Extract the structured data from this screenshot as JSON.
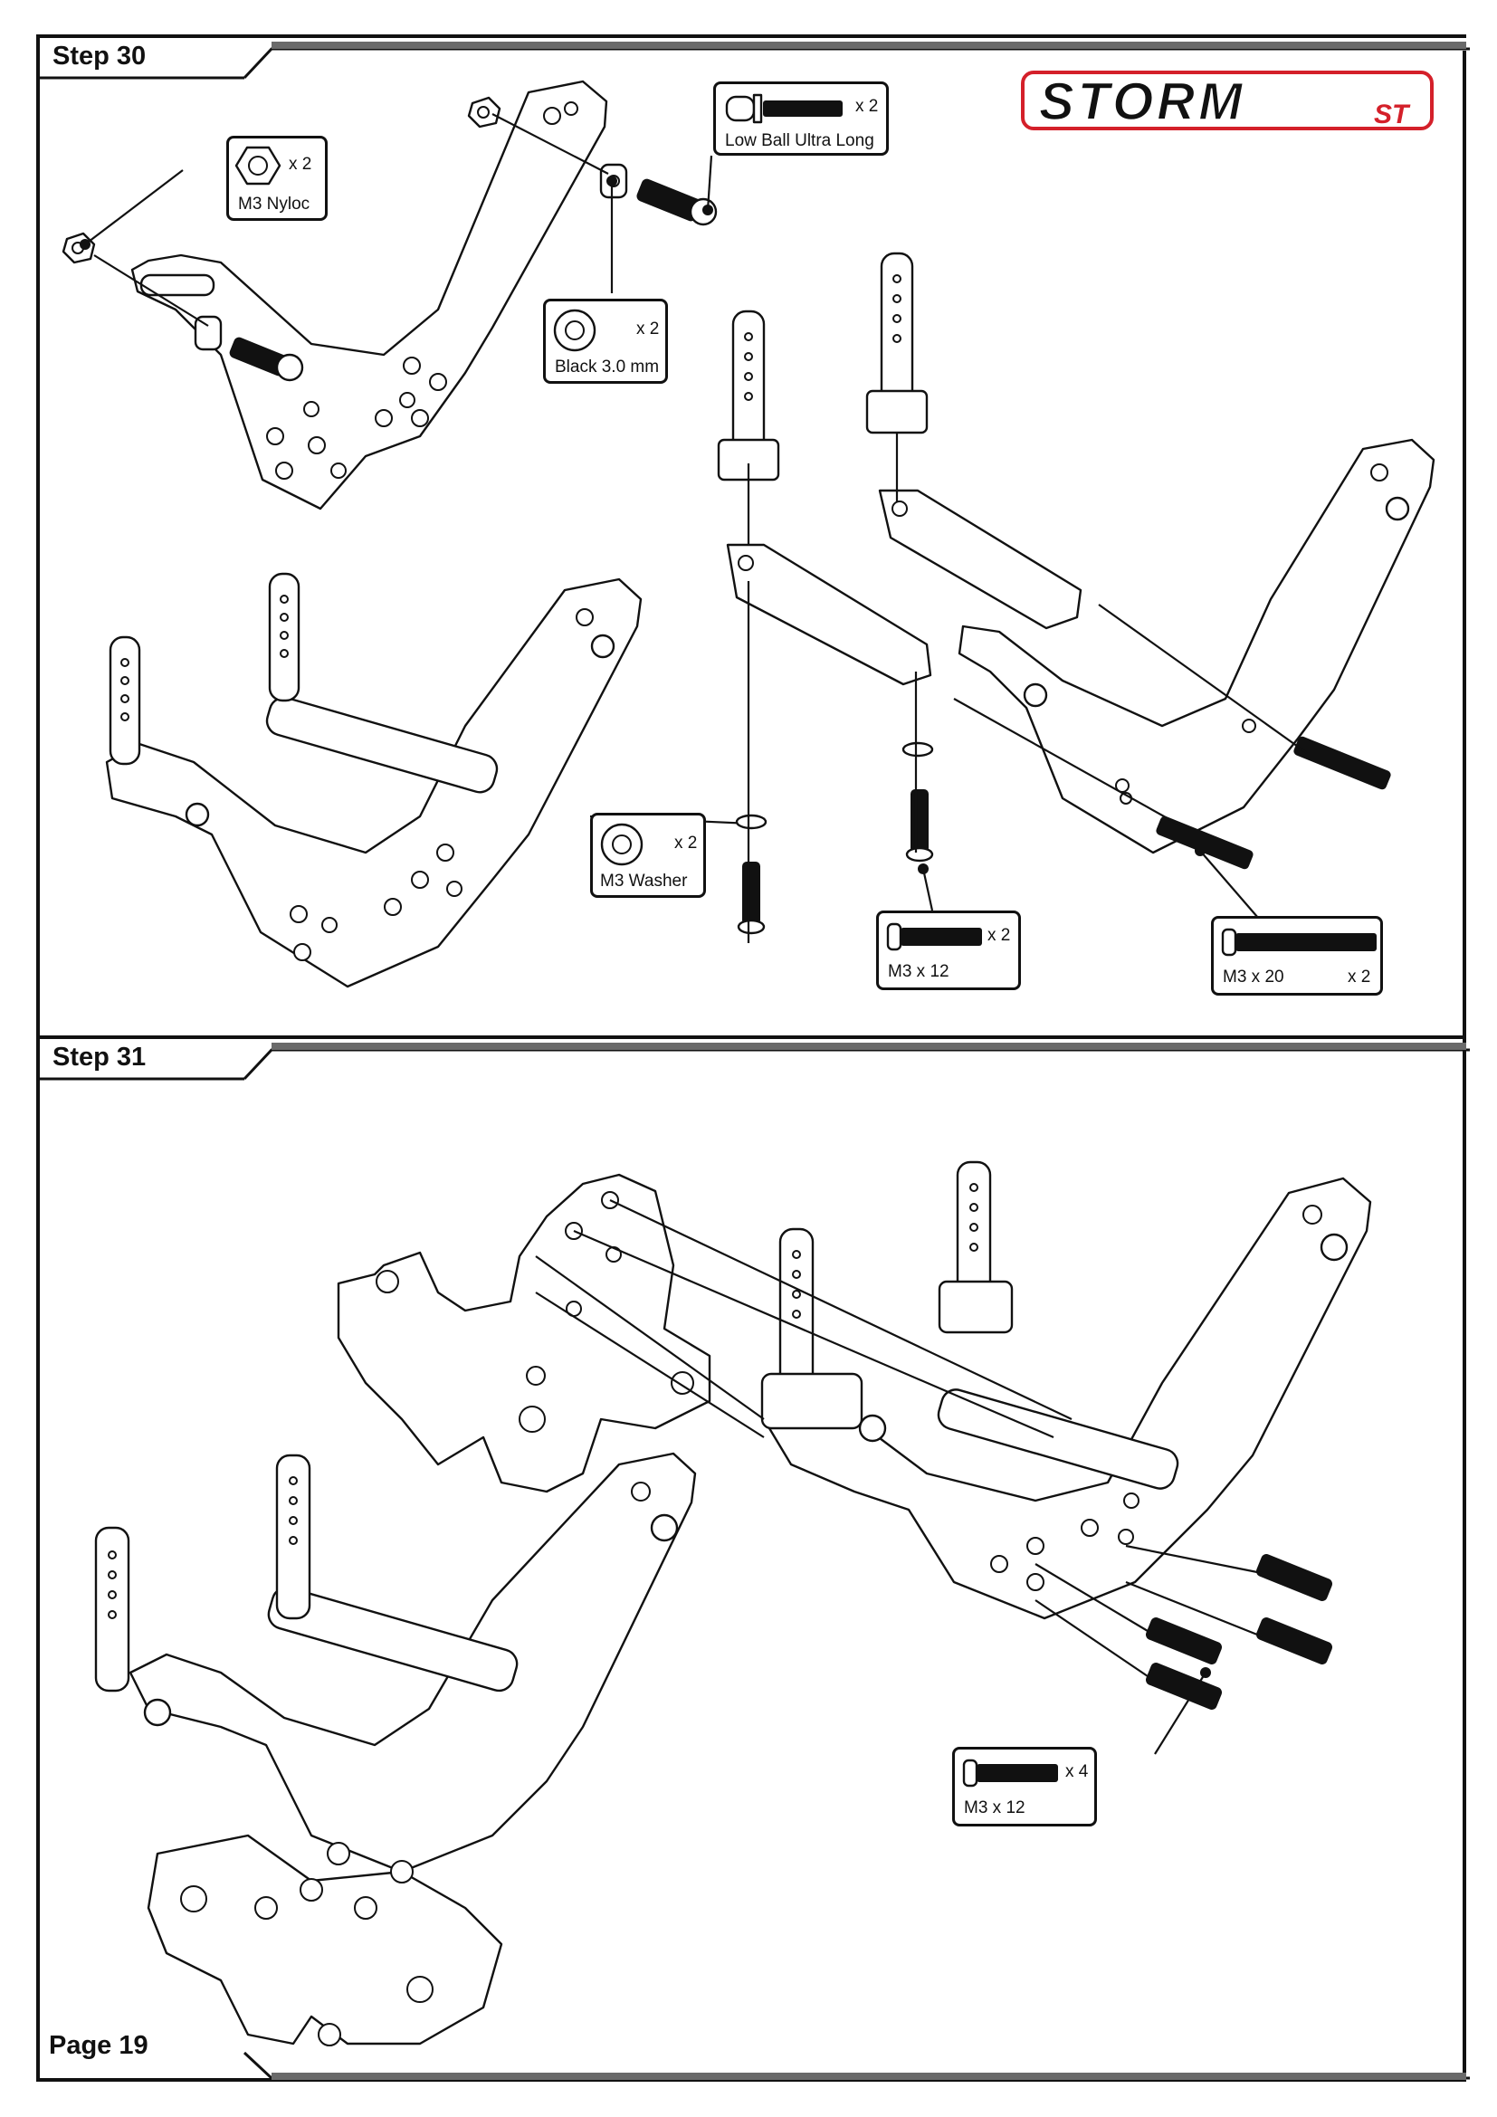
{
  "brand": {
    "logo_text": "STORM",
    "logo_suffix": "ST",
    "logo_color": "#d4202a"
  },
  "step30": {
    "label": "Step 30",
    "parts": [
      {
        "name": "M3 Nyloc",
        "qty": "x 2",
        "icon": "nut-icon"
      },
      {
        "name": "Low Ball Ultra Long",
        "qty": "x 2",
        "icon": "ball-stud-icon"
      },
      {
        "name": "Black 3.0 mm",
        "qty": "x 2",
        "icon": "spacer-icon"
      },
      {
        "name": "M3 Washer",
        "qty": "x 2",
        "icon": "washer-icon"
      },
      {
        "name": "M3 x 12",
        "qty": "x 2",
        "icon": "screw-icon"
      },
      {
        "name": "M3 x 20",
        "qty": "x 2",
        "icon": "screw-icon"
      }
    ]
  },
  "step31": {
    "label": "Step 31",
    "parts": [
      {
        "name": "M3 x 12",
        "qty": "x 4",
        "icon": "screw-icon"
      }
    ]
  },
  "page": {
    "label": "Page 19"
  }
}
